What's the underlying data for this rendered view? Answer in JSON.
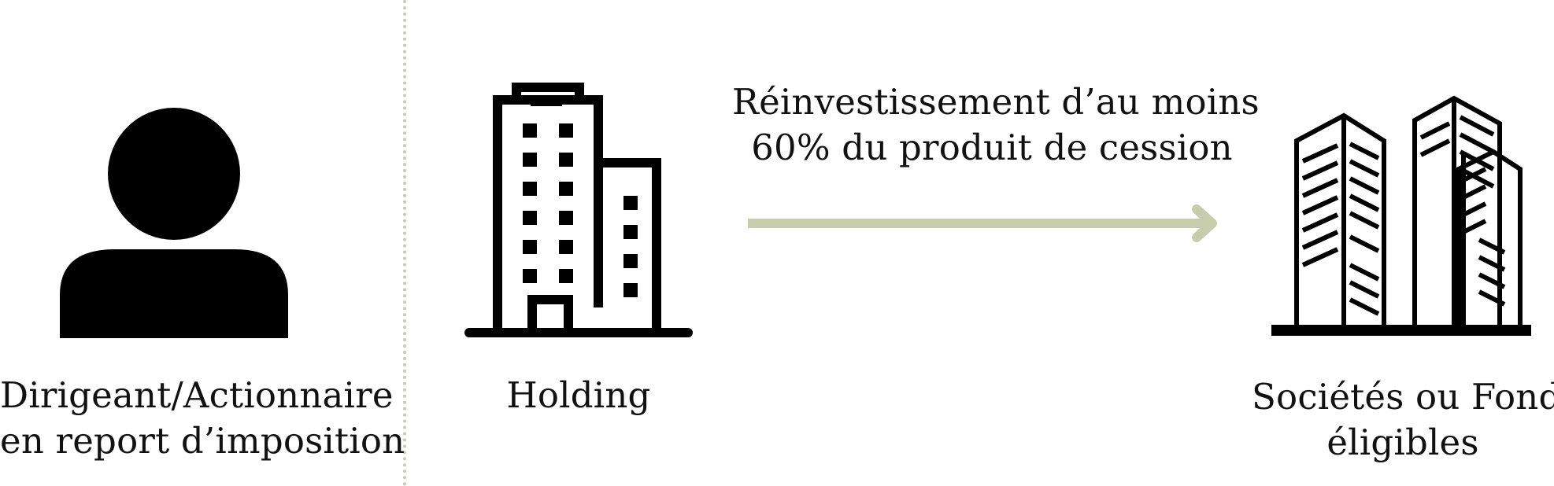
{
  "colors": {
    "icon": "#000000",
    "arrow": "#c7ccad",
    "divider": "#c9cbb6",
    "text": "#111111",
    "background": "#ffffff"
  },
  "actors": {
    "person": {
      "icon": "person-icon",
      "label_line1": "Dirigeant/Actionnaire",
      "label_line2": "en report d’imposition"
    },
    "holding": {
      "icon": "building-icon",
      "label": "Holding"
    },
    "targets": {
      "icon": "buildings-icon",
      "label_line1": "Sociétés ou Fonds",
      "label_line2": "éligibles"
    }
  },
  "flow": {
    "icon": "arrow-right-icon",
    "label_line1": "Réinvestissement d’au moins",
    "label_line2": "60% du produit de cession"
  }
}
